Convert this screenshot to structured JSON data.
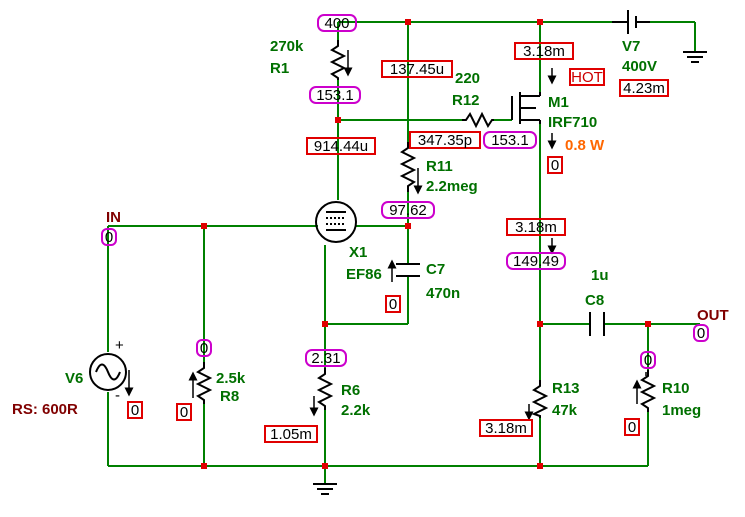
{
  "colors": {
    "wire": "#008000",
    "component": "#000000",
    "junction": "#e00000",
    "voltage_box": "#cc00cc",
    "current_box": "#e00000",
    "label_green": "#007000",
    "label_dark_red": "#800000",
    "power_orange": "#ff6600"
  },
  "components": {
    "r1": {
      "value": "270k",
      "name": "R1"
    },
    "r12": {
      "value": "220",
      "name": "R12"
    },
    "r11": {
      "name": "R11",
      "value": "2.2meg"
    },
    "x1": {
      "name": "X1",
      "model": "EF86"
    },
    "c7": {
      "name": "C7",
      "value": "470n"
    },
    "m1": {
      "name": "M1",
      "model": "IRF710",
      "hot": "HOT",
      "power": "0.8 W"
    },
    "v7": {
      "name": "V7",
      "value": "400V"
    },
    "c8": {
      "value": "1u",
      "name": "C8"
    },
    "v6": {
      "name": "V6",
      "rs": "RS: 600R"
    },
    "r8": {
      "value": "2.5k",
      "name": "R8"
    },
    "r6": {
      "name": "R6",
      "value": "2.2k"
    },
    "r13": {
      "name": "R13",
      "value": "47k"
    },
    "r10": {
      "name": "R10",
      "value": "1meg"
    }
  },
  "nodes": {
    "in": "IN",
    "out": "OUT"
  },
  "voltages": {
    "b_plus": "400",
    "r1_bottom": "153.1",
    "m1_gate": "153.1",
    "anode": "97.62",
    "input": "0",
    "r8_top": "0",
    "cathode": "2.31",
    "source": "149.49",
    "out": "0",
    "r10_top": "0"
  },
  "currents": {
    "r1": "137.45u",
    "r12": "347.35p",
    "plate": "914.44u",
    "m1_drain": "3.18m",
    "m1_power": "4.23m",
    "m1_gate_i": "0",
    "c7": "0",
    "source": "3.18m",
    "v6": "0",
    "r8": "0",
    "r6": "1.05m",
    "r13": "3.18m",
    "r10": "0"
  }
}
